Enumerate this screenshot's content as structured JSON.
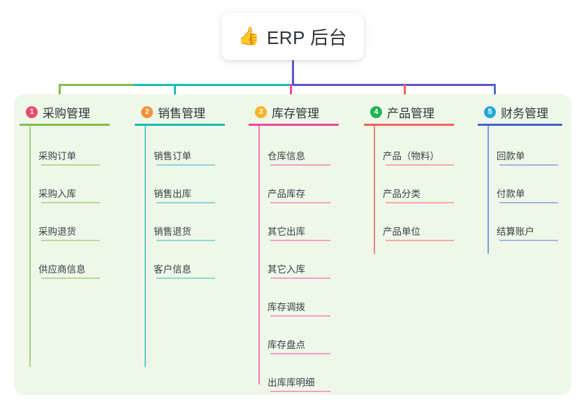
{
  "root": {
    "emoji": "👍",
    "emoji_name": "thumbs-up-emoji",
    "title": "ERP 后台"
  },
  "theme": {
    "page_background": "#ffffff",
    "panel_background": "#eff7e9",
    "card_background": "#ffffff",
    "text_color": "#2f3438",
    "root_stem_color": "#5b56c8"
  },
  "connectors": {
    "segment_colors": [
      "#7ebf4e",
      "#16bfb0",
      "#5b56c8",
      "#5b56c8"
    ],
    "drop_colors": [
      "#7ebf4e",
      "#16bfb0",
      "#ec4899",
      "#f4605a",
      "#4f6fd4"
    ]
  },
  "columns": [
    {
      "index": "1",
      "title": "采购管理",
      "badge_color": "#f4486a",
      "rule_color": "#7ebf4e",
      "leaf_rule_color": "#b6d99a",
      "spine_color": "#a8cf86",
      "items": [
        {
          "label": "采购订单"
        },
        {
          "label": "采购入库"
        },
        {
          "label": "采购退货"
        },
        {
          "label": "供应商信息"
        }
      ]
    },
    {
      "index": "2",
      "title": "销售管理",
      "badge_color": "#f59132",
      "rule_color": "#16bfb0",
      "leaf_rule_color": "#8cd9d2",
      "spine_color": "#5fccc3",
      "items": [
        {
          "label": "销售订单"
        },
        {
          "label": "销售出库"
        },
        {
          "label": "销售退货"
        },
        {
          "label": "客户信息"
        }
      ]
    },
    {
      "index": "3",
      "title": "库存管理",
      "badge_color": "#f5b324",
      "rule_color": "#ec4899",
      "leaf_rule_color": "#f3a0c6",
      "spine_color": "#ef7cb4",
      "items": [
        {
          "label": "仓库信息"
        },
        {
          "label": "产品库存"
        },
        {
          "label": "其它出库"
        },
        {
          "label": "其它入库"
        },
        {
          "label": "库存调拨"
        },
        {
          "label": "库存盘点"
        },
        {
          "label": "出库库明细"
        }
      ]
    },
    {
      "index": "4",
      "title": "产品管理",
      "badge_color": "#1eb353",
      "rule_color": "#f4605a",
      "leaf_rule_color": "#f7a8a4",
      "spine_color": "#f4827e",
      "items": [
        {
          "label": "产品（物料）"
        },
        {
          "label": "产品分类"
        },
        {
          "label": "产品单位"
        }
      ]
    },
    {
      "index": "5",
      "title": "财务管理",
      "badge_color": "#22a7e0",
      "rule_color": "#3f63cf",
      "leaf_rule_color": "#a3b4e4",
      "spine_color": "#8299dd",
      "items": [
        {
          "label": "回款单"
        },
        {
          "label": "付款单"
        },
        {
          "label": "结算账户"
        }
      ]
    }
  ]
}
